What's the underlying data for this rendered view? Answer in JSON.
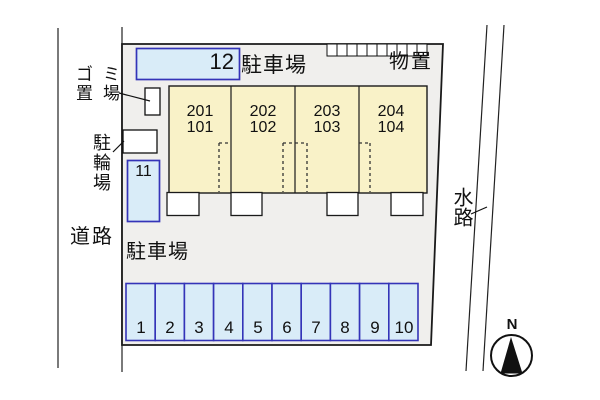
{
  "site": {
    "labels": {
      "parking_top": "駐車場",
      "parking_bottom": "駐車場",
      "storage": "物置",
      "garbage_line1": "ゴミ",
      "garbage_line2": "置場",
      "bicycle_vertical": "駐輪場",
      "road": "道路",
      "waterway_vertical": "水路",
      "compass_north": "N"
    },
    "units": [
      {
        "upper": "201",
        "lower": "101"
      },
      {
        "upper": "202",
        "lower": "102"
      },
      {
        "upper": "203",
        "lower": "103"
      },
      {
        "upper": "204",
        "lower": "104"
      }
    ],
    "stalls": {
      "large_top": "12",
      "side": "11",
      "row": [
        "1",
        "2",
        "3",
        "4",
        "5",
        "6",
        "7",
        "8",
        "9",
        "10"
      ]
    },
    "colors": {
      "site_fill": "#f0efed",
      "building_fill": "#f9f2c8",
      "stall_fill": "#d9ecf8",
      "stall_border": "#3434b8",
      "outline": "#1a1a1a"
    }
  }
}
